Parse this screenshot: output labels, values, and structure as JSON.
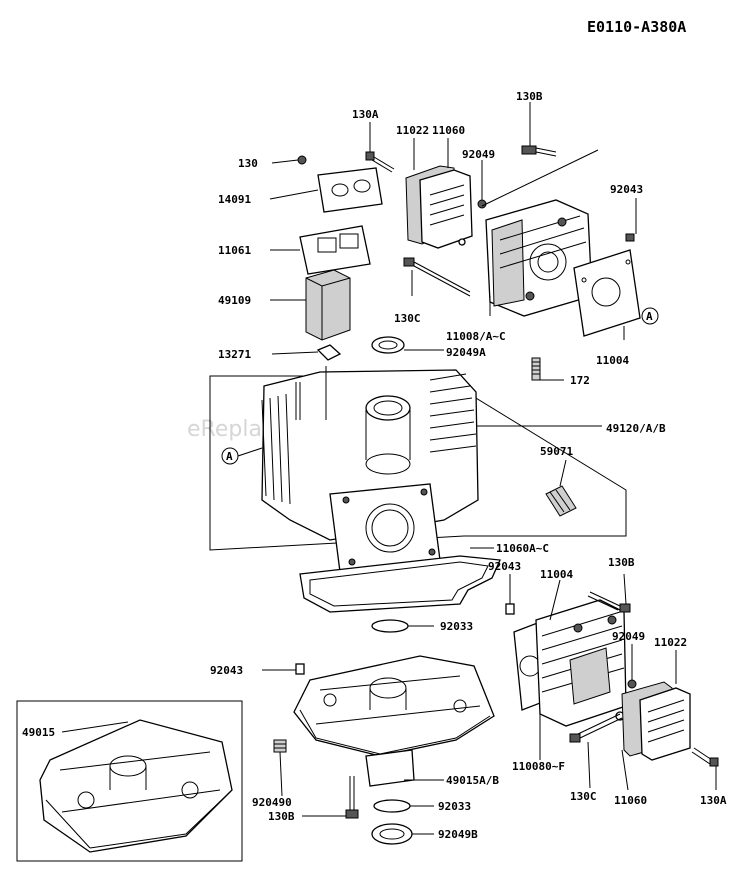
{
  "diagram_code": "E0110-A380A",
  "watermark": "eReplacementParts.com",
  "labels": {
    "l_130A_top": "130A",
    "l_130B_top": "130B",
    "l_11022_top": "11022",
    "l_11060_top": "11060",
    "l_92049_top": "92049",
    "l_130": "130",
    "l_14091": "14091",
    "l_92043_right": "92043",
    "l_11061": "11061",
    "l_49109": "49109",
    "l_130C_top": "130C",
    "l_11008": "11008/A~C",
    "l_11004_top": "11004",
    "l_92049A": "92049A",
    "l_13271": "13271",
    "l_172": "172",
    "l_49120": "49120/A/B",
    "l_59071": "59071",
    "l_11060A": "11060A~C",
    "l_92043_mid": "92043",
    "l_11004_mid": "11004",
    "l_130B_mid": "130B",
    "l_92033_top": "92033",
    "l_92049_mid": "92049",
    "l_11022_mid": "11022",
    "l_92043_left": "92043",
    "l_49015": "49015",
    "l_49015AB": "49015A/B",
    "l_110080": "110080~F",
    "l_130C_bot": "130C",
    "l_11060_bot": "11060",
    "l_130A_bot": "130A",
    "l_920490": "920490",
    "l_130B_bot": "130B",
    "l_92033_bot": "92033",
    "l_92049B": "92049B",
    "callout_a": "A"
  }
}
